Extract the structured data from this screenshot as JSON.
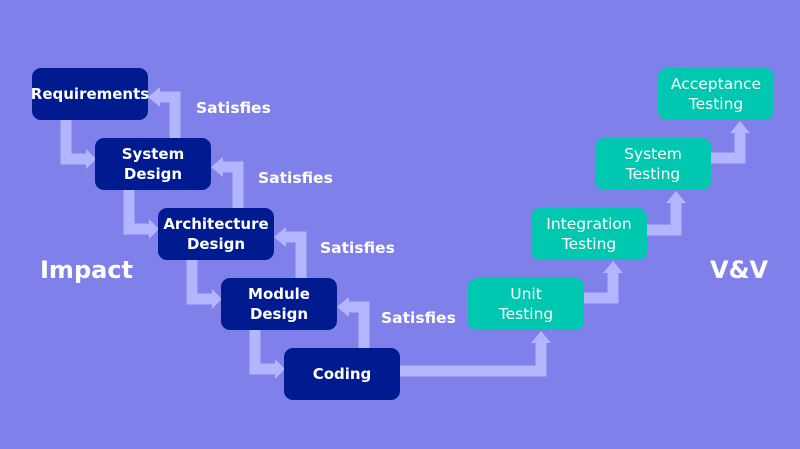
{
  "colors": {
    "background": "#8080ea",
    "development_box": "#001a8f",
    "testing_box": "#00c8b0",
    "arrow": "#b4b4ff",
    "text": "#ffffff"
  },
  "side_labels": {
    "left": "Impact",
    "right": "V&V"
  },
  "development": [
    {
      "label": "Requirements"
    },
    {
      "label": "System\nDesign"
    },
    {
      "label": "Architecture\nDesign"
    },
    {
      "label": "Module\nDesign"
    },
    {
      "label": "Coding"
    }
  ],
  "testing": [
    {
      "label": "Unit\nTesting"
    },
    {
      "label": "Integration\nTesting"
    },
    {
      "label": "System\nTesting"
    },
    {
      "label": "Acceptance\nTesting"
    }
  ],
  "satisfies_label": "Satisfies"
}
